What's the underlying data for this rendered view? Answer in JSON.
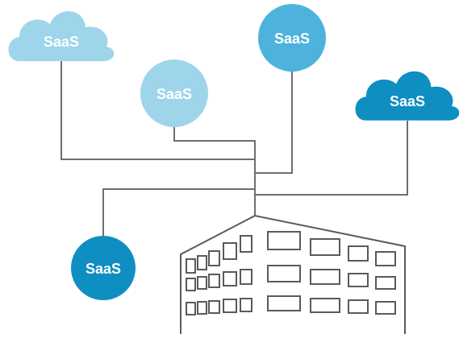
{
  "colors": {
    "background": "#ffffff",
    "line": "#6e6e6e",
    "building_stroke": "#5a5a5a",
    "light_blue": "#9fd5ea",
    "mid_blue": "#4db3dc",
    "dark_blue": "#0f8ec2",
    "label": "#ffffff"
  },
  "nodes": [
    {
      "id": "cloud-top-left",
      "shape": "cloud",
      "shade": "light_blue",
      "label": "SaaS"
    },
    {
      "id": "circle-center",
      "shape": "circle",
      "shade": "light_blue",
      "label": "SaaS"
    },
    {
      "id": "circle-top-right",
      "shape": "circle",
      "shade": "mid_blue",
      "label": "SaaS"
    },
    {
      "id": "cloud-right",
      "shape": "cloud",
      "shade": "dark_blue",
      "label": "SaaS"
    },
    {
      "id": "circle-bottom-left",
      "shape": "circle",
      "shade": "dark_blue",
      "label": "SaaS"
    }
  ],
  "hub": {
    "icon": "office-building-icon"
  }
}
